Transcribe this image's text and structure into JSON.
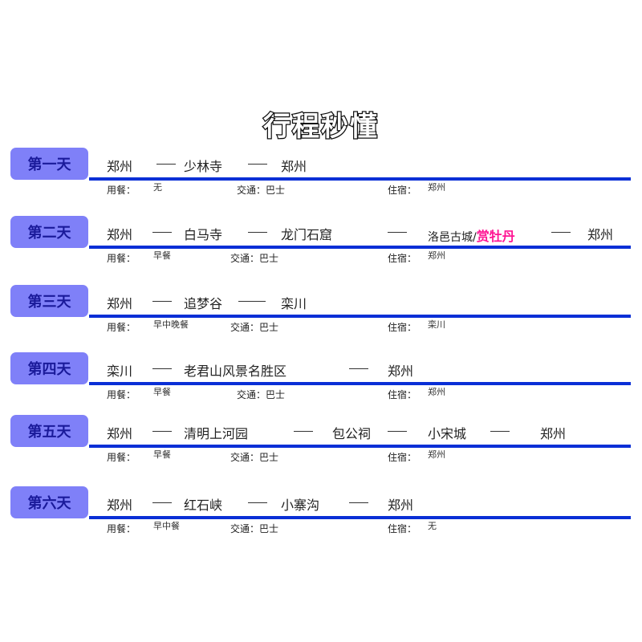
{
  "title": "行程秒懂",
  "labels": {
    "meal": "用餐：",
    "transport": "交通：",
    "stay": "住宿："
  },
  "colors": {
    "badge_bg": "#7f80f8",
    "badge_text": "#1a1a9a",
    "rule": "#0a2fd6",
    "highlight": "#ff1493"
  },
  "days": [
    {
      "label": "第一天",
      "stops": [
        "郑州",
        "少林寺",
        "郑州"
      ],
      "meal": "无",
      "transport": "巴士",
      "stay": "郑州"
    },
    {
      "label": "第二天",
      "stops": [
        "郑州",
        "白马寺",
        "龙门石窟",
        "洛邑古城/",
        "郑州"
      ],
      "stop4_highlight": "赏牡丹",
      "meal": "早餐",
      "transport": "巴士",
      "stay": "郑州"
    },
    {
      "label": "第三天",
      "stops": [
        "郑州",
        "追梦谷",
        "栾川"
      ],
      "meal": "早中晚餐",
      "transport": "巴士",
      "stay": "栾川"
    },
    {
      "label": "第四天",
      "stops": [
        "栾川",
        "老君山风景名胜区",
        "郑州"
      ],
      "meal": "早餐",
      "transport": "巴士",
      "stay": "郑州"
    },
    {
      "label": "第五天",
      "stops": [
        "郑州",
        "清明上河园",
        "包公祠",
        "小宋城",
        "郑州"
      ],
      "meal": "早餐",
      "transport": "巴士",
      "stay": "郑州"
    },
    {
      "label": "第六天",
      "stops": [
        "郑州",
        "红石峡",
        "小寨沟",
        "郑州"
      ],
      "meal": "早中餐",
      "transport": "巴士",
      "stay": "无"
    }
  ]
}
